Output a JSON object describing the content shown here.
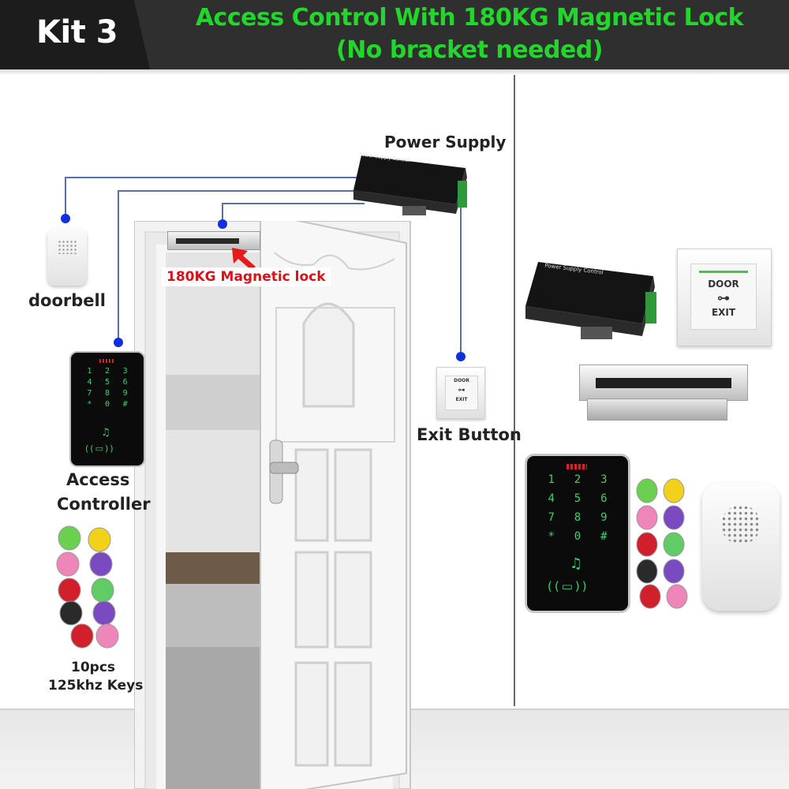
{
  "header": {
    "kit_label": "Kit 3",
    "title_line1": "Access Control With 180KG Magnetic Lock",
    "title_line2": "(No bracket needed)"
  },
  "colors": {
    "title": "#22d62b",
    "header_bg": "#2f2f2f",
    "callout_text": "#d8121b",
    "wire_dot": "#1030e0"
  },
  "labels": {
    "power_supply": "Power Supply",
    "magnetic_lock": "180KG Magnetic lock",
    "doorbell": "doorbell",
    "access_controller_line1": "Access",
    "access_controller_line2": "Controller",
    "exit_button": "Exit Button",
    "keys_line1": "10pcs",
    "keys_line2": "125khz Keys"
  },
  "power_supply_panel": {
    "title": "Power Supply Control"
  },
  "exit_button": {
    "line1": "DOOR",
    "line2": "EXIT"
  },
  "keypad": {
    "keys": [
      "1",
      "2",
      "3",
      "4",
      "5",
      "6",
      "7",
      "8",
      "9",
      "*",
      "0",
      "#"
    ]
  }
}
